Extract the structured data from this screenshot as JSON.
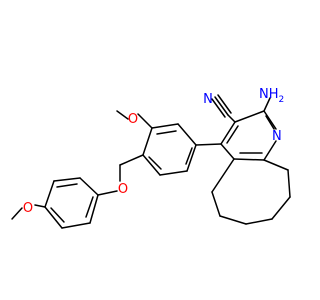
{
  "molecule": {
    "atoms": {
      "nitrile_n": {
        "text": "N",
        "color": "#0000ff"
      },
      "amine_n": {
        "text": "NH",
        "sub": "2",
        "color": "#0000ff"
      },
      "ring_n": {
        "text": "N",
        "color": "#0000ff"
      },
      "methoxy_o1": {
        "text": "O",
        "color": "#ff0000"
      },
      "methoxy_o2": {
        "text": "O",
        "color": "#ff0000"
      },
      "ether_o": {
        "text": "O",
        "color": "#ff0000"
      }
    },
    "bond_color": "#000000"
  }
}
